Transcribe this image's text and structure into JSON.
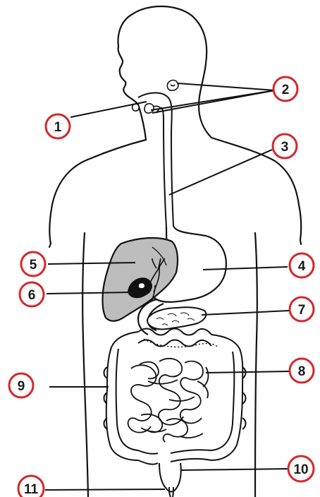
{
  "diagram": {
    "callouts": [
      {
        "id": "1",
        "label": "1"
      },
      {
        "id": "2",
        "label": "2"
      },
      {
        "id": "3",
        "label": "3"
      },
      {
        "id": "4",
        "label": "4"
      },
      {
        "id": "5",
        "label": "5"
      },
      {
        "id": "6",
        "label": "6"
      },
      {
        "id": "7",
        "label": "7"
      },
      {
        "id": "8",
        "label": "8"
      },
      {
        "id": "9",
        "label": "9"
      },
      {
        "id": "10",
        "label": "10"
      },
      {
        "id": "11",
        "label": "11"
      }
    ],
    "colors": {
      "outline": "#111111",
      "liver_fill": "#bdbdbd",
      "gallbladder_fill": "#111111",
      "callout_ring": "#d4282b",
      "callout_fill": "#ffffff",
      "background": "#ffffff"
    }
  }
}
